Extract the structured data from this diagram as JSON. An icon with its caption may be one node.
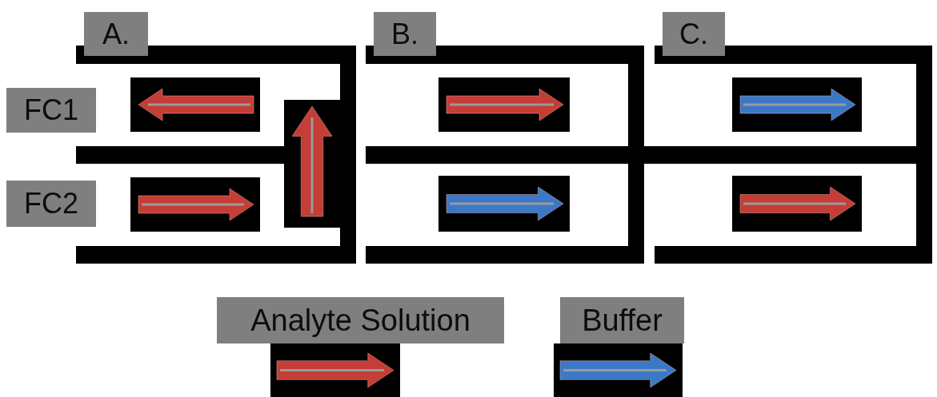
{
  "diagram": {
    "nodes": [
      {
        "text": [
          "A."
        ]
      },
      {
        "text": [
          "B."
        ]
      },
      {
        "text": [
          "C."
        ]
      },
      {
        "text": [
          "FC1"
        ]
      },
      {
        "text": [
          "FC2"
        ]
      }
    ],
    "legend": [
      {
        "text": "Analyte Solution",
        "color": "#c43d36"
      },
      {
        "text": "Buffer",
        "color": "#3b78c8"
      }
    ]
  }
}
